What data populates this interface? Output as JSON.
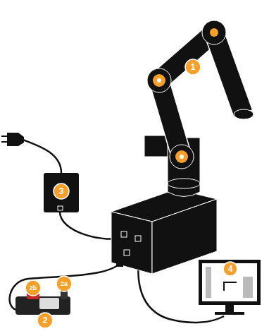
{
  "diagram": {
    "labels": [
      "1",
      "3",
      "4",
      "2b",
      "2a",
      "2"
    ]
  }
}
